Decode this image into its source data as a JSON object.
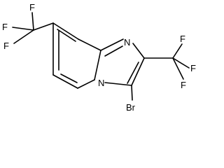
{
  "molecule": {
    "atoms": {
      "f_top_left": "F",
      "f_upper_left": "F",
      "f_lower_left": "F",
      "n_imidazole": "N",
      "n_bridgehead": "N",
      "f_upper_right": "F",
      "f_right": "F",
      "f_lower_right": "F",
      "br": "Br"
    }
  }
}
